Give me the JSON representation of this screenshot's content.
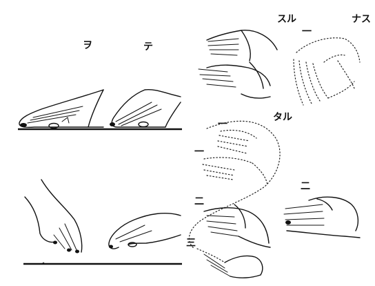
{
  "labels": {
    "wo": "ヲ",
    "te": "テ",
    "suru": "スル",
    "nasu": "ナス",
    "taru": "タル",
    "mark_one_a": "一",
    "mark_one_b": "一",
    "mark_one_c": "一",
    "mark_two_a": "二",
    "mark_two_b": "二",
    "mark_three": "三"
  }
}
